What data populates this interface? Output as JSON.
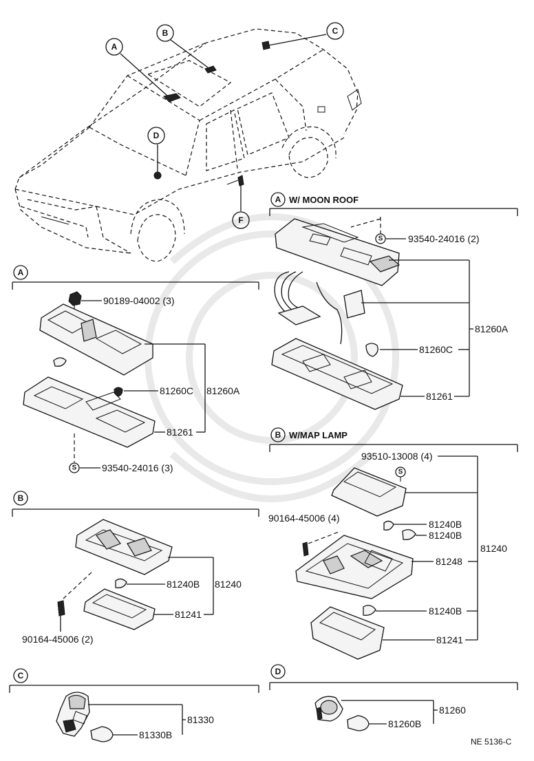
{
  "car_callouts": [
    "A",
    "B",
    "C",
    "D",
    "F"
  ],
  "section_a_top": {
    "letter": "A",
    "title": "W/ MOON ROOF",
    "parts": {
      "clip": "93540-24016 (2)",
      "assy": "81260A",
      "bulb": "81260C",
      "lens": "81261"
    }
  },
  "section_a": {
    "letter": "A",
    "parts": {
      "clip": "90189-04002 (3)",
      "bulb": "81260C",
      "assy": "81260A",
      "lens": "81261",
      "screw": "93540-24016 (3)"
    }
  },
  "section_b_top": {
    "letter": "B",
    "title": "W/MAP LAMP",
    "parts": {
      "screw_s": "93510-13008 (4)",
      "screw": "90164-45006 (4)",
      "bulb1": "81240B",
      "bulb2": "81240B",
      "assy": "81240",
      "housing": "81248",
      "bulb3": "81240B",
      "lens": "81241"
    }
  },
  "section_b": {
    "letter": "B",
    "parts": {
      "bulb": "81240B",
      "assy": "81240",
      "lens": "81241",
      "screw": "90164-45006 (2)"
    }
  },
  "section_c": {
    "letter": "C",
    "parts": {
      "assy": "81330",
      "bulb": "81330B"
    }
  },
  "section_d": {
    "letter": "D",
    "parts": {
      "assy": "81260",
      "bulb": "81260B"
    }
  },
  "screw_symbol": "S",
  "figure_code": "NE 5136-C"
}
